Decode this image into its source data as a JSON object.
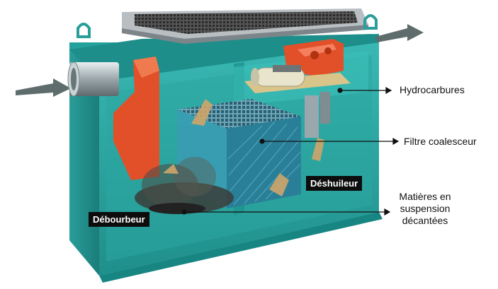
{
  "labels": {
    "hydrocarbures": "Hydrocarbures",
    "filtre": "Filtre coalesceur",
    "matieres_line1": "Matières en",
    "matieres_line2": "suspension",
    "matieres_line3": "décantées",
    "debourbeur": "Débourbeur",
    "deshuileur": "Déshuileur"
  },
  "colors": {
    "tank": "#2aa7a3",
    "tank_dark": "#1a7f7c",
    "lid": "#9aa2a8",
    "grate": "#3c3c3c",
    "baffle": "#e2502a",
    "filter": "#2f8fa8",
    "arrow_flow": "#cfa66a",
    "inlet_arrow": "#5f6d6c"
  }
}
